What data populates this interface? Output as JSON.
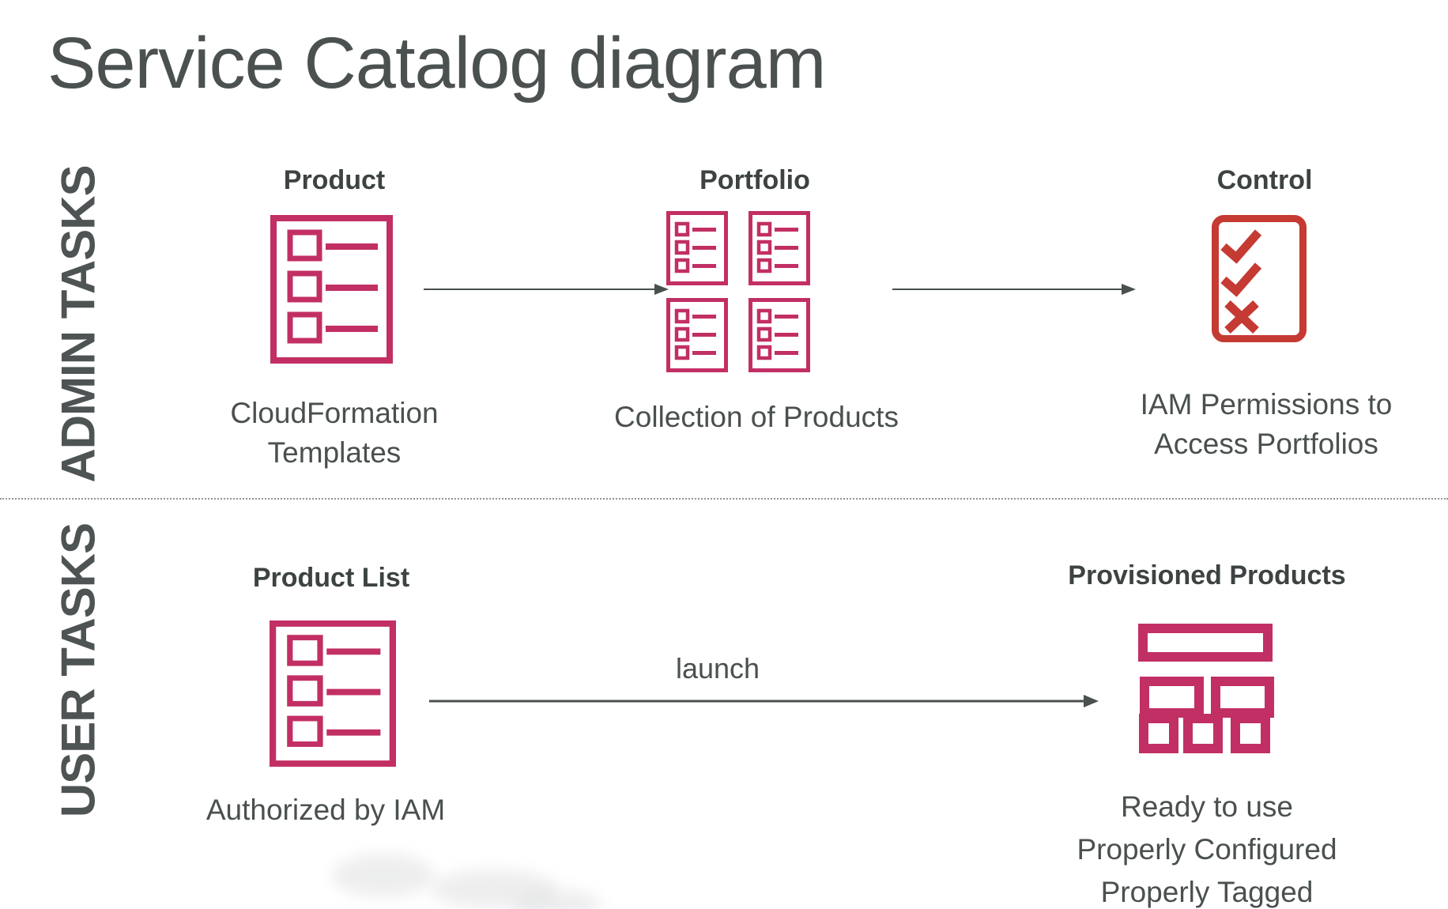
{
  "title": "Service Catalog diagram",
  "colors": {
    "pink": "#C22F64",
    "red": "#C53A33",
    "textDark": "#3D4242",
    "text": "#4A4F4F",
    "side": "#4E5354",
    "arrow": "#4A4F4F",
    "divider": "#8F9494",
    "title": "#4B5050"
  },
  "admin": {
    "side_label": "ADMIN TASKS",
    "product": {
      "label": "Product",
      "caption1": "CloudFormation",
      "caption2": "Templates",
      "icon": "list-document-icon"
    },
    "portfolio": {
      "label": "Portfolio",
      "caption1": "Collection of Products",
      "icon": "portfolio-grid-icon"
    },
    "control": {
      "label": "Control",
      "caption1": "IAM Permissions to",
      "caption2": "Access Portfolios",
      "icon": "checklist-icon"
    }
  },
  "user": {
    "side_label": "USER TASKS",
    "product_list": {
      "label": "Product List",
      "caption1": "Authorized by IAM",
      "icon": "list-document-icon"
    },
    "launch_label": "launch",
    "provisioned": {
      "label": "Provisioned Products",
      "caption1": "Ready to use",
      "caption2": "Properly Configured",
      "caption3": "Properly Tagged",
      "icon": "provisioned-blocks-icon"
    }
  }
}
